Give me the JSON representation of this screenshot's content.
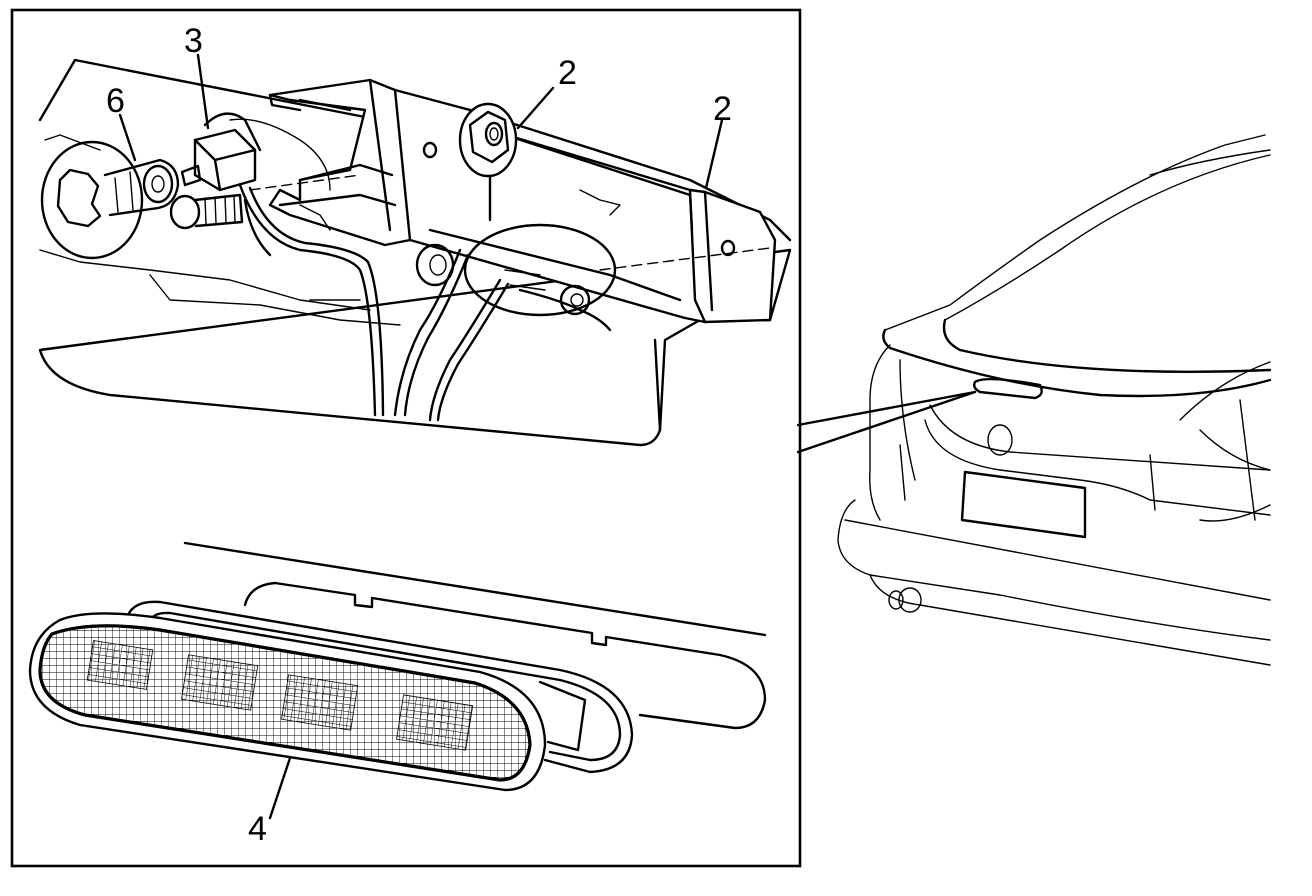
{
  "callouts": {
    "label_6": "6",
    "label_3": "3",
    "label_2a": "2",
    "label_2b": "2",
    "label_4": "4"
  },
  "colors": {
    "line": "#000000",
    "background": "#ffffff"
  }
}
